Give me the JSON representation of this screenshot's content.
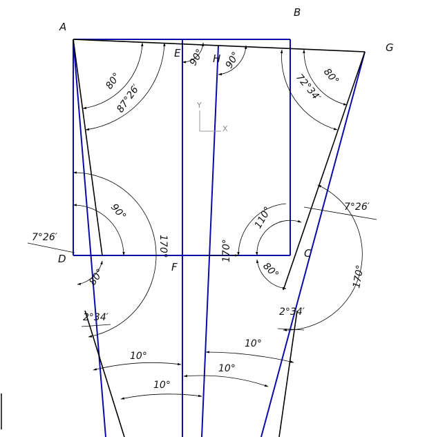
{
  "points": {
    "A": "A",
    "B": "B",
    "G": "G",
    "E": "E",
    "H": "H",
    "D": "D",
    "F": "F",
    "C": "C"
  },
  "angles": {
    "a_80": "80°",
    "a_87_26": "87°26′",
    "e_90": "90°",
    "h_90": "90°",
    "b_72_34": "72°34′",
    "g_80": "80°",
    "d_90": "90°",
    "d_7_26": "7°26′",
    "f_170": "170°",
    "fr_170": "170°",
    "c_110": "110°",
    "c_80": "80°",
    "c_7_26": "7°26′",
    "c_170": "170°",
    "d_80": "80°",
    "d_2_34": "2°34′",
    "c_2_34": "2°34′",
    "l_10": "10°",
    "l2_10": "10°",
    "r_10": "10°",
    "r2_10": "10°"
  },
  "axis": {
    "y": "Y",
    "x": "X"
  },
  "colors": {
    "construction": "#0a0aa8",
    "outline": "#000000",
    "axis": "#888888"
  }
}
